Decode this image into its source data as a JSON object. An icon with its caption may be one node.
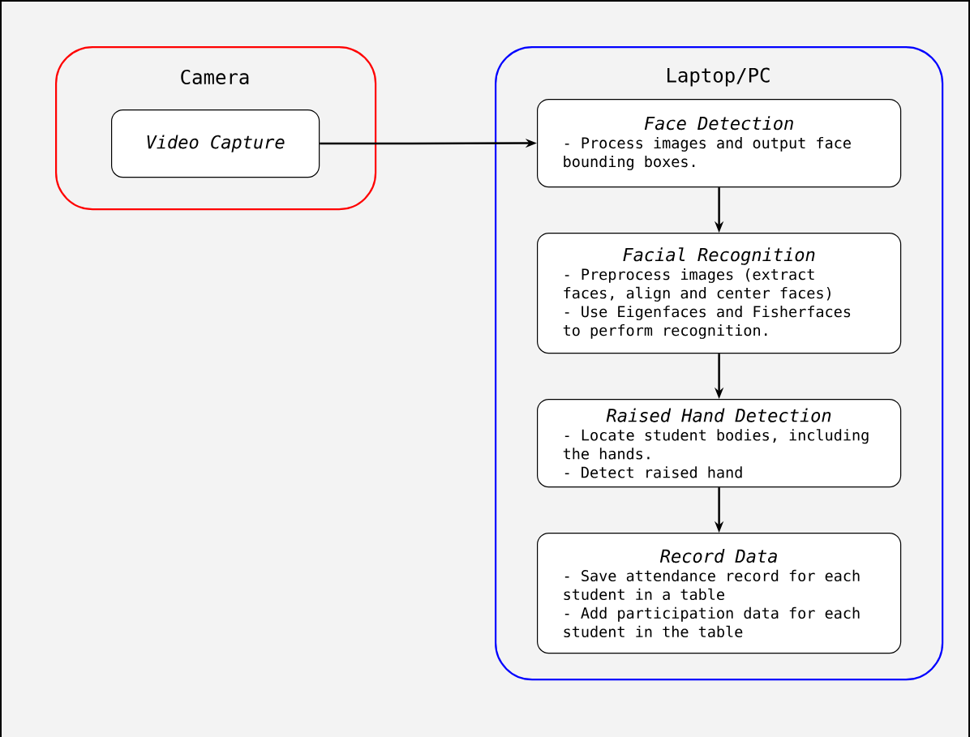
{
  "diagram": {
    "nodes": [
      {
        "text": [
          "Camera"
        ]
      },
      {
        "text": [
          "Video Capture"
        ],
        "in": 0
      },
      {
        "text": [
          "Laptop/PC"
        ]
      },
      {
        "text": [
          "Face Detection",
          "- Process images and output face bounding boxes."
        ],
        "in": 2
      },
      {
        "text": [
          "Facial Recognition",
          "- Preprocess images (extract faces, align and center faces)",
          "- Use Eigenfaces and Fisherfaces to perform recognition."
        ],
        "in": 2
      },
      {
        "text": [
          "Raised Hand Detection",
          "- Locate student bodies, including the hands.",
          "- Detect raised hand"
        ],
        "in": 2
      },
      {
        "text": [
          "Record Data",
          "- Save attendance record for each student in a table",
          "- Add participation data for each student in the table"
        ],
        "in": 2
      }
    ],
    "edges": [
      {
        "from": 1,
        "to": 3,
        "arrow": "to"
      },
      {
        "from": 3,
        "to": 4,
        "arrow": "to"
      },
      {
        "from": 4,
        "to": 5,
        "arrow": "to"
      },
      {
        "from": 5,
        "to": 6,
        "arrow": "to"
      }
    ]
  }
}
